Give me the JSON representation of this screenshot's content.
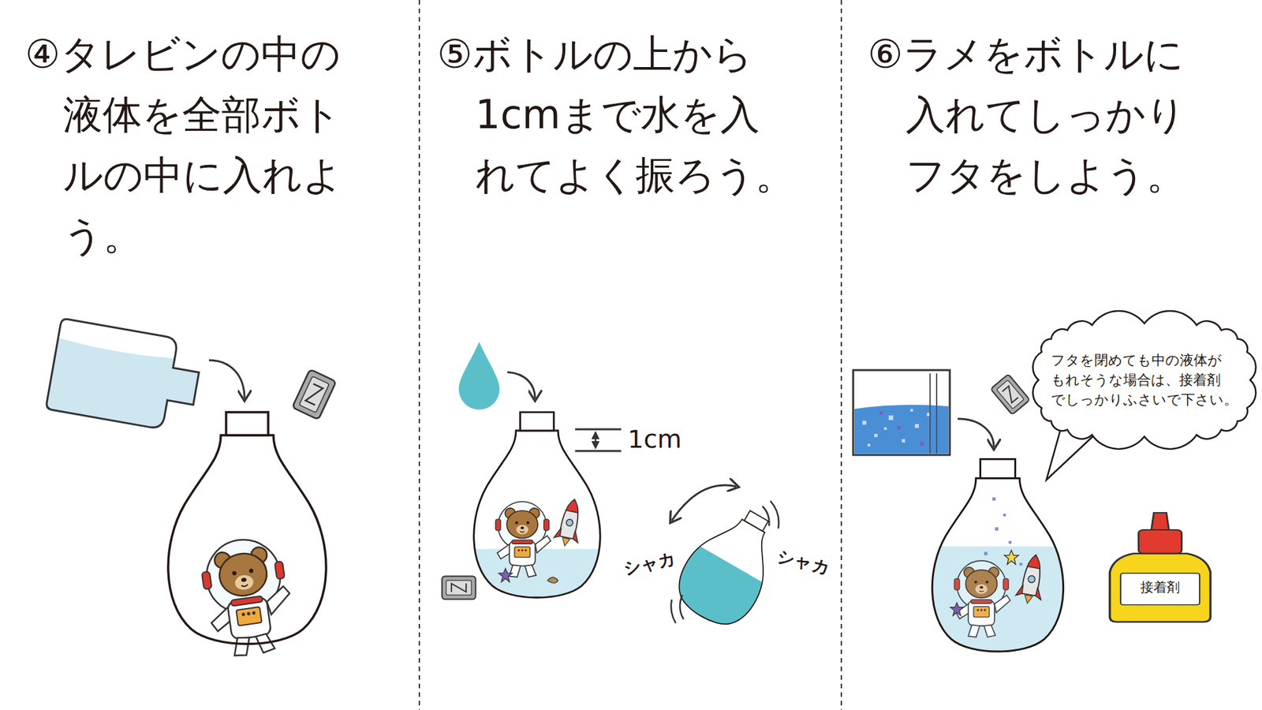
{
  "diagram": {
    "nodes": [
      {
        "text": [
          "フタを閉めても中の液体が もれそうな場合は、接着剤 でしっかりふさいで下さい。"
        ]
      },
      {
        "text": [
          "接着剤"
        ]
      }
    ],
    "labels": [
      "④タレビンの中の 液体を全部ボト ルの中に入れよ う。",
      "⑤ボトルの上から 1cmまで水を入 れてよく振ろう。",
      "⑥ラメをボトルに 入れてしっかり フタをしよう。",
      "1cm",
      "シャカ",
      "シャカ"
    ]
  }
}
